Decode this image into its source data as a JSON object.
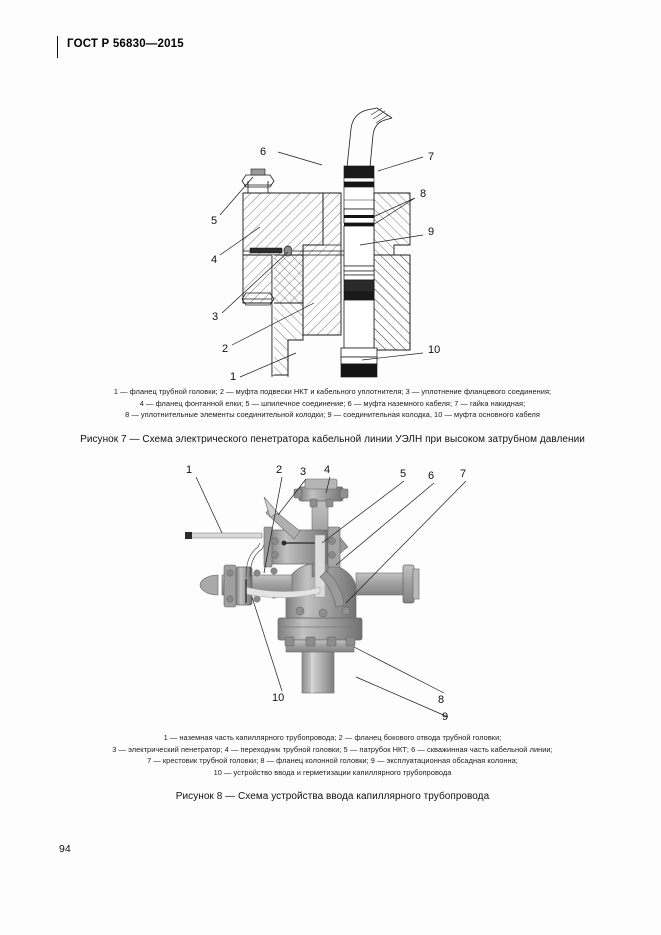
{
  "document": {
    "standard_code": "ГОСТ Р 56830—2015",
    "page_number": "94"
  },
  "figure7": {
    "legend_line1": "1 — фланец трубной головки; 2  — муфта подвески НКТ и кабельного уплотнителя; 3 — уплотнение фланцевого соединения;",
    "legend_line2": "4 — фланец фонтанной елки; 5 — шпилечное соединение; 6 — муфта наземного кабеля; 7 — гайка накидная;",
    "legend_line3": "8 — уплотнительные элементы соединительной колодки; 9 — соединительная колодка, 10 — муфта основного кабеля",
    "title": "Рисунок 7 — Схема электрического пенетратора кабельной линии УЭЛН при высоком затрубном давлении",
    "callouts": [
      "1",
      "2",
      "3",
      "4",
      "5",
      "6",
      "7",
      "8",
      "9",
      "10"
    ]
  },
  "figure8": {
    "legend_line1": "1 — наземная часть капиллярного трубопровода; 2 — фланец бокового отвода трубной головки;",
    "legend_line2": "3 — электрический пенетратор; 4 — переходник трубной головки; 5 — патрубок НКТ; 6 — скважинная часть кабельной линии;",
    "legend_line3": "7 — крестовик трубной головки; 8 — фланец колонной головки; 9 — эксплуатационная обсадная колонна;",
    "legend_line4": "10 — устройство ввода и герметизации капиллярного трубопровода",
    "title": "Рисунок 8 — Схема устройства ввода капиллярного трубопровода",
    "callouts": [
      "1",
      "2",
      "3",
      "4",
      "5",
      "6",
      "7",
      "8",
      "9",
      "10"
    ]
  },
  "colors": {
    "ink": "#1b1b1b",
    "paper": "#fdfdfd",
    "metal_light": "#c9c9c9",
    "metal_mid": "#a8a8a8",
    "metal_dark": "#8a8a8a",
    "seal_black": "#141414"
  }
}
